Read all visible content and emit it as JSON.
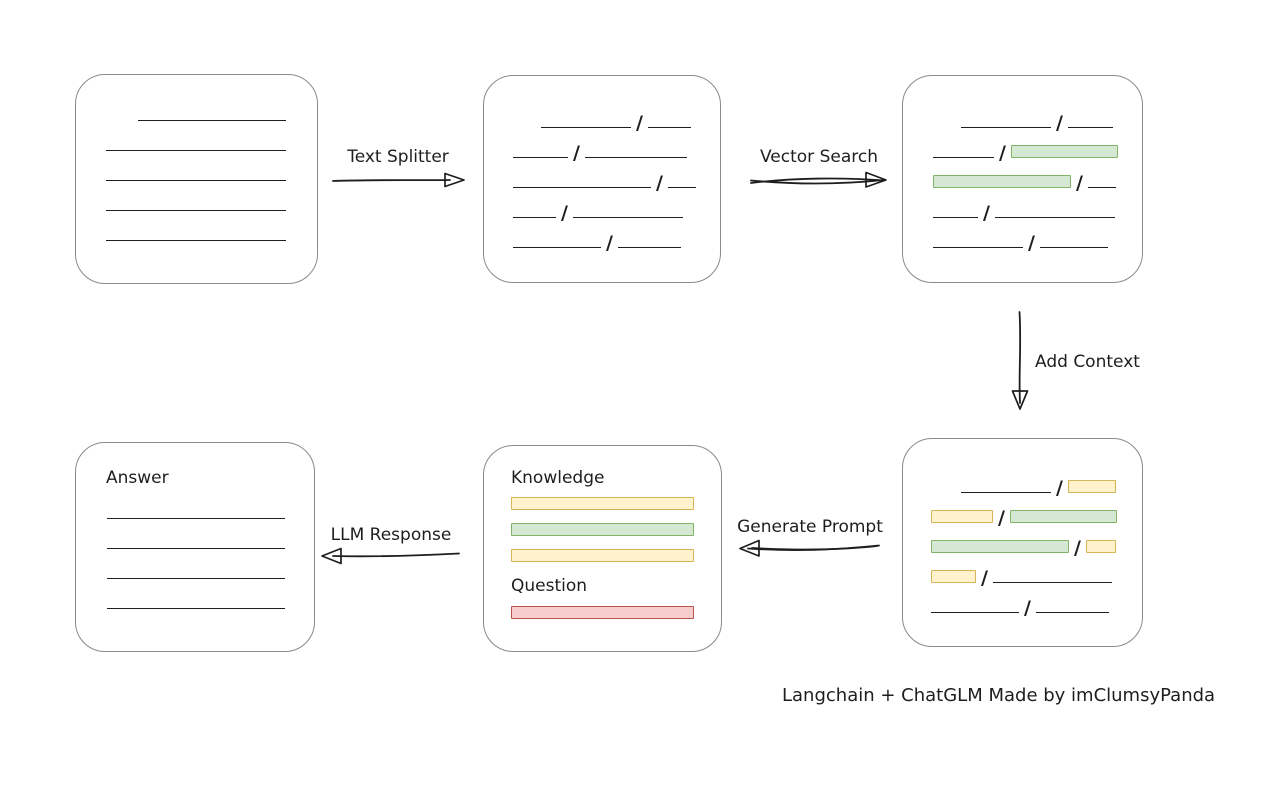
{
  "palette": {
    "ink": "#1e1e1e",
    "box_border": "#8a8a8a",
    "green_fill": "#d5e8d4",
    "green_border": "#82b366",
    "yellow_fill": "#fff2cc",
    "yellow_border": "#d6b656",
    "red_fill": "#f8cecc",
    "red_border": "#b85450",
    "bg": "#ffffff"
  },
  "arrows": [
    {
      "id": "text-splitter",
      "label": "Text Splitter",
      "direction": "right"
    },
    {
      "id": "vector-search",
      "label": "Vector Search",
      "direction": "right"
    },
    {
      "id": "add-context",
      "label": "Add Context",
      "direction": "down"
    },
    {
      "id": "generate-prompt",
      "label": "Generate Prompt",
      "direction": "left"
    },
    {
      "id": "llm-response",
      "label": "LLM Response",
      "direction": "left"
    }
  ],
  "nodes": {
    "source_document": {
      "rows": [
        {
          "indent": 32,
          "segs": [
            {
              "t": "line",
              "w": 148
            }
          ]
        },
        {
          "segs": [
            {
              "t": "line",
              "w": 180
            }
          ]
        },
        {
          "segs": [
            {
              "t": "line",
              "w": 180
            }
          ]
        },
        {
          "segs": [
            {
              "t": "line",
              "w": 180
            }
          ]
        },
        {
          "segs": [
            {
              "t": "line",
              "w": 180
            }
          ]
        }
      ]
    },
    "split_chunks": {
      "rows": [
        {
          "indent": 28,
          "segs": [
            {
              "t": "line",
              "w": 90
            },
            {
              "t": "line",
              "w": 43
            }
          ]
        },
        {
          "segs": [
            {
              "t": "line",
              "w": 55
            },
            {
              "t": "line",
              "w": 102
            }
          ]
        },
        {
          "segs": [
            {
              "t": "line",
              "w": 138
            },
            {
              "t": "line",
              "w": 28
            }
          ]
        },
        {
          "segs": [
            {
              "t": "line",
              "w": 43
            },
            {
              "t": "line",
              "w": 110
            }
          ]
        },
        {
          "segs": [
            {
              "t": "line",
              "w": 88
            },
            {
              "t": "line",
              "w": 63
            }
          ]
        }
      ]
    },
    "matched_chunks": {
      "rows": [
        {
          "indent": 28,
          "segs": [
            {
              "t": "line",
              "w": 90
            },
            {
              "t": "line",
              "w": 45
            }
          ]
        },
        {
          "segs": [
            {
              "t": "line",
              "w": 61
            },
            {
              "t": "green",
              "w": 107
            }
          ]
        },
        {
          "segs": [
            {
              "t": "green",
              "w": 138
            },
            {
              "t": "line",
              "w": 28
            }
          ]
        },
        {
          "segs": [
            {
              "t": "line",
              "w": 45
            },
            {
              "t": "line",
              "w": 120
            }
          ]
        },
        {
          "segs": [
            {
              "t": "line",
              "w": 90
            },
            {
              "t": "line",
              "w": 68
            }
          ]
        }
      ]
    },
    "context_chunks": {
      "rows": [
        {
          "indent": 30,
          "segs": [
            {
              "t": "line",
              "w": 90
            },
            {
              "t": "yellow",
              "w": 48
            }
          ]
        },
        {
          "segs": [
            {
              "t": "yellow",
              "w": 62
            },
            {
              "t": "green",
              "w": 107
            }
          ]
        },
        {
          "segs": [
            {
              "t": "green",
              "w": 138
            },
            {
              "t": "yellow",
              "w": 30
            }
          ]
        },
        {
          "segs": [
            {
              "t": "yellow",
              "w": 45
            },
            {
              "t": "line",
              "w": 119
            }
          ]
        },
        {
          "segs": [
            {
              "t": "line",
              "w": 88
            },
            {
              "t": "line",
              "w": 73
            }
          ]
        }
      ]
    },
    "prompt": {
      "knowledge_label": "Knowledge",
      "knowledge_bars": [
        "yellow",
        "green",
        "yellow"
      ],
      "question_label": "Question",
      "question_bars": [
        "red"
      ]
    },
    "answer": {
      "label": "Answer",
      "rows": [
        {
          "segs": [
            {
              "t": "line",
              "w": 178
            }
          ]
        },
        {
          "segs": [
            {
              "t": "line",
              "w": 178
            }
          ]
        },
        {
          "segs": [
            {
              "t": "line",
              "w": 178
            }
          ]
        },
        {
          "segs": [
            {
              "t": "line",
              "w": 178
            }
          ]
        }
      ]
    }
  },
  "caption": {
    "text": "Langchain + ChatGLM Made by imClumsyPanda"
  }
}
